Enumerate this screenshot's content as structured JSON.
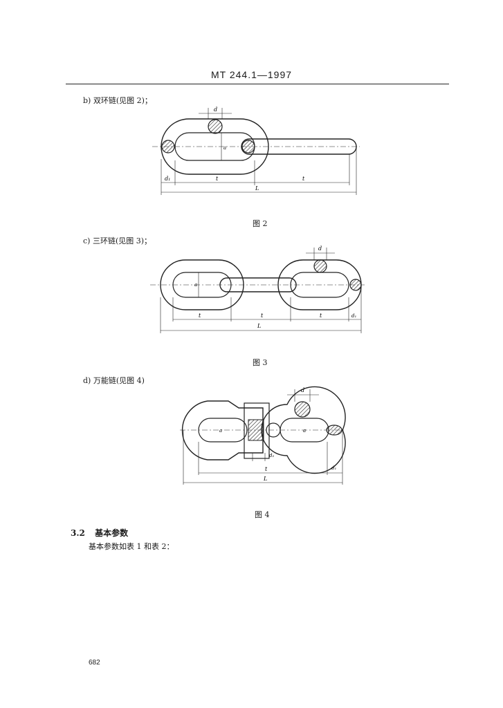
{
  "header": {
    "standard_number": "MT 244.1—1997"
  },
  "items": [
    {
      "text": "b) 双环链(见图 2)；"
    },
    {
      "text": "c) 三环链(见图 3)；"
    },
    {
      "text": "d) 万能链(见图 4)"
    }
  ],
  "figures": [
    {
      "label": "图 2",
      "dims": {
        "d": "d",
        "d1": "d₁",
        "t1": "t",
        "t2": "t",
        "L": "L",
        "a": "a"
      }
    },
    {
      "label": "图 3",
      "dims": {
        "d": "d",
        "d1": "d₁",
        "t1": "t",
        "t2": "t",
        "t3": "t",
        "L": "L",
        "a": "a"
      }
    },
    {
      "label": "图 4",
      "dims": {
        "d": "d",
        "d1": "d₁",
        "d2": "d₂",
        "t": "t",
        "L": "L",
        "a": "a",
        "a2": "a"
      }
    }
  ],
  "section": {
    "number": "3.2",
    "title": "基本参数",
    "text": "基本参数如表 1 和表 2："
  },
  "page_number": "682"
}
